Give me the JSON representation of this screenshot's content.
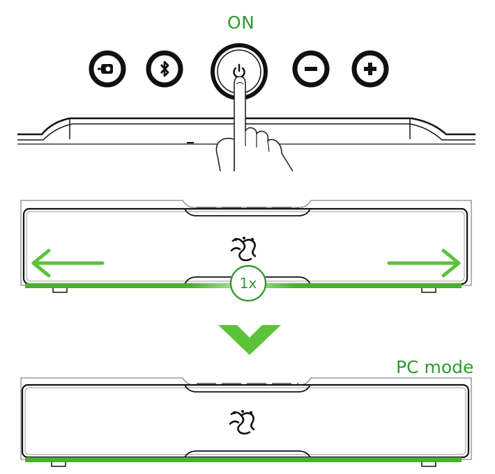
{
  "labels": {
    "power_state": "ON",
    "press_count": "1x",
    "mode": "PC mode"
  },
  "buttons": [
    {
      "name": "source-button",
      "icon": "source-icon"
    },
    {
      "name": "bluetooth-button",
      "icon": "bluetooth-icon"
    },
    {
      "name": "power-button",
      "icon": "power-icon"
    },
    {
      "name": "volume-down-button",
      "icon": "minus-icon"
    },
    {
      "name": "volume-up-button",
      "icon": "plus-icon"
    }
  ],
  "colors": {
    "accent_green": "#2e9a2e",
    "lightbar_green": "#5cc23a",
    "outline": "#111111"
  }
}
